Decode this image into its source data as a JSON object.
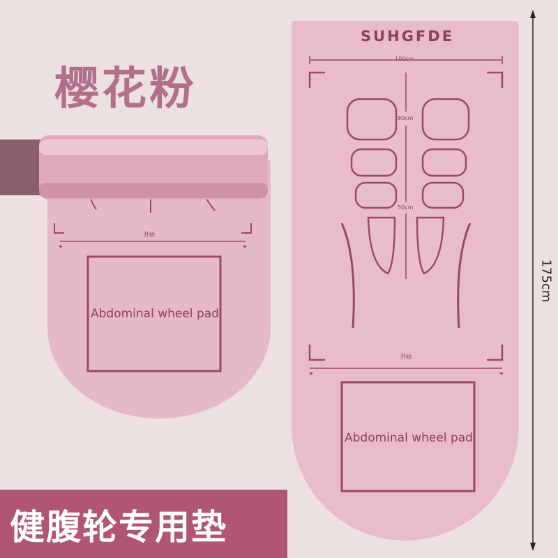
{
  "title": "樱花粉",
  "banner_text": "健腹轮专用垫",
  "brand": "SUHGFDE",
  "width_mark": "100cm",
  "mark_80": "80cm",
  "mark_50": "50cm",
  "start_mark_right": "开始",
  "start_mark_left": "开始",
  "pad_label_left": "Abdominal wheel pad",
  "pad_label_right": "Abdominal wheel pad",
  "height_mark": "175cm",
  "colors": {
    "background": "#eadbdc",
    "mat": "#e8bccb",
    "mat_lines": "#9a4a5e",
    "banner": "#b05672",
    "title": "#b0708a"
  }
}
